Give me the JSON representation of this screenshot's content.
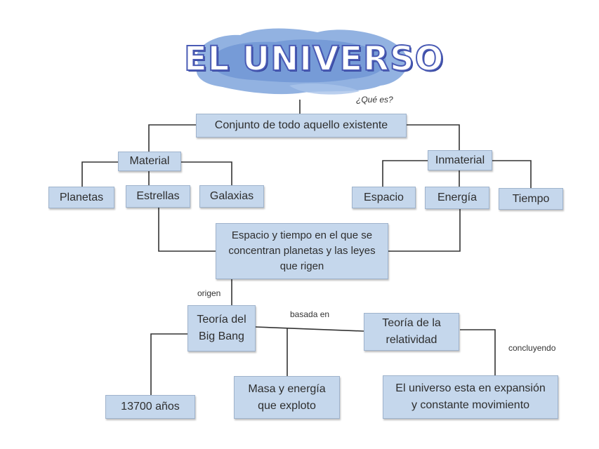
{
  "title": "EL UNIVERSO",
  "colors": {
    "box_fill": "#c5d7ec",
    "box_border": "#9fb3cc",
    "line": "#333333",
    "title_blob": "#7fa4dc",
    "title_outline": "#4a5bb5"
  },
  "labels": {
    "que_es": "¿Qué es?",
    "origen": "origen",
    "basada_en": "basada en",
    "concluyendo": "concluyendo"
  },
  "nodes": {
    "definicion": "Conjunto de todo aquello existente",
    "material": "Material",
    "inmaterial": "Inmaterial",
    "planetas": "Planetas",
    "estrellas": "Estrellas",
    "galaxias": "Galaxias",
    "espacio": "Espacio",
    "energia": "Energía",
    "tiempo": "Tiempo",
    "espacio_tiempo": "Espacio y tiempo en el que se\nconcentran planetas y las leyes\nque rigen",
    "big_bang": "Teoría del\nBig Bang",
    "relatividad": "Teoría de la\nrelatividad",
    "anios": "13700 años",
    "masa_energia": "Masa y energía\nque exploto",
    "expansion": "El universo esta en expansión\ny constante movimiento"
  }
}
